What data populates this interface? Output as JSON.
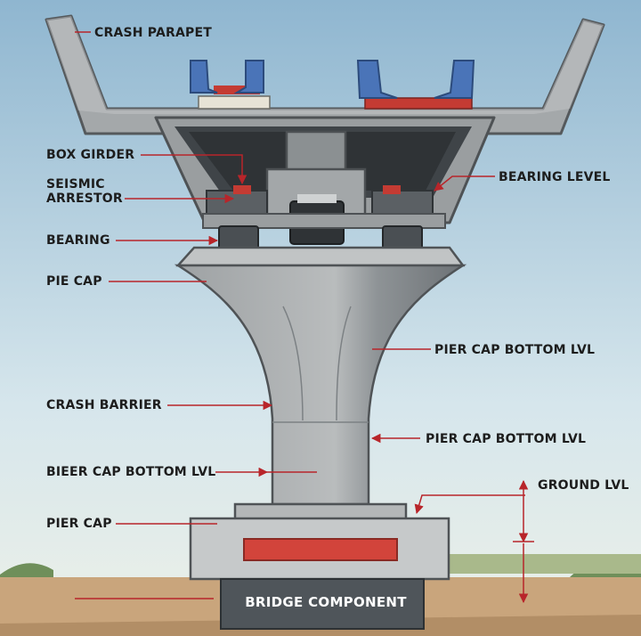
{
  "colors": {
    "concrete": "#a9acad",
    "concrete_dark": "#6f7477",
    "leader": "#b8252a",
    "accent_red": "#d2443b",
    "rail_blue": "#4a74b8"
  },
  "labels": {
    "crash_parapet": "CRASH PARAPET",
    "box_girder": "BOX GIRDER",
    "seismic_arrestor": "SEISMIC ARRESTOR",
    "bearing": "BEARING",
    "pie_cap": "PIE CAP",
    "crash_barrier": "CRASH BARRIER",
    "bieer_cap_bottom_lvl": "BIEER CAP BOTTOM LVL",
    "pier_cap": "PIER CAP",
    "bearing_level": "BEARING LEVEL",
    "pier_cap_bottom_lvl_1": "PIER CAP BOTTOM LVL",
    "pier_cap_bottom_lvl_2": "PIER CAP BOTTOM LVL",
    "ground_lvl": "GROUND LVL"
  },
  "footer": "BRIDGE COMPONENT"
}
